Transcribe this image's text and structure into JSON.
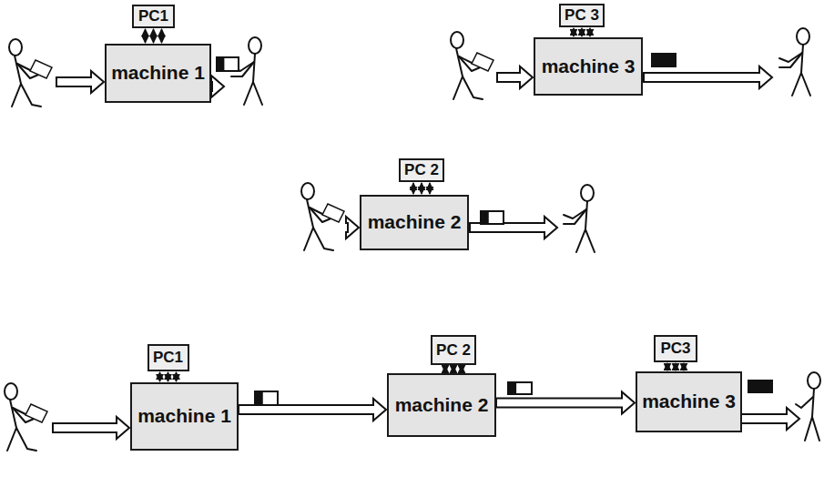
{
  "diagram": {
    "nodes": [
      {
        "text": [
          "PC1"
        ]
      },
      {
        "text": [
          "machine 1"
        ]
      },
      {
        "text": [
          "PC 3"
        ]
      },
      {
        "text": [
          "machine 3"
        ]
      },
      {
        "text": [
          "PC 2"
        ]
      },
      {
        "text": [
          "machine 2"
        ]
      },
      {
        "text": [
          "PC1"
        ]
      },
      {
        "text": [
          "machine 1"
        ]
      },
      {
        "text": [
          "PC 2"
        ]
      },
      {
        "text": [
          "machine 2"
        ]
      },
      {
        "text": [
          "PC3"
        ]
      },
      {
        "text": [
          "machine 3"
        ]
      }
    ],
    "edges": [
      {
        "from": 0,
        "to": 1,
        "arrow": "both"
      },
      {
        "from": 2,
        "to": 3,
        "arrow": "both"
      },
      {
        "from": 4,
        "to": 5,
        "arrow": "both"
      },
      {
        "from": 6,
        "to": 7,
        "arrow": "both"
      },
      {
        "from": 8,
        "to": 9,
        "arrow": "both"
      },
      {
        "from": 10,
        "to": 11,
        "arrow": "both"
      },
      {
        "from": 7,
        "to": 9,
        "arrow": "to"
      },
      {
        "from": 9,
        "to": 11,
        "arrow": "to"
      }
    ]
  }
}
